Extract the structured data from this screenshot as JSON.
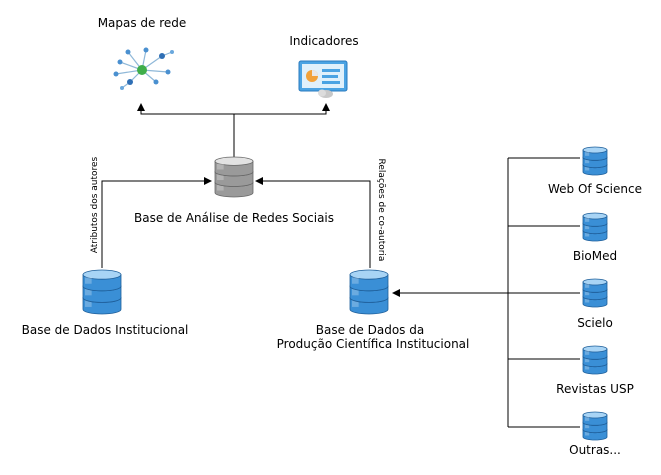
{
  "nodes": {
    "network_maps": {
      "label": "Mapas de rede"
    },
    "indicators": {
      "label": "Indicadores"
    },
    "social_db": {
      "label": "Base de Análise de Redes Sociais"
    },
    "institutional_db": {
      "label": "Base de Dados Institucional"
    },
    "production_db": {
      "label_line1": "Base de Dados da",
      "label_line2": "Produção Científica Institucional"
    }
  },
  "edges": {
    "author_attributes": "Atributos dos autores",
    "coauthorship": "Relações de co-autoria"
  },
  "sources": [
    {
      "label": "Web Of Science"
    },
    {
      "label": "BioMed"
    },
    {
      "label": "Scielo"
    },
    {
      "label": "Revistas USP"
    },
    {
      "label": "Outras..."
    }
  ],
  "colors": {
    "db_blue": "#3a8fd6",
    "db_blue_light": "#a8d4f5",
    "db_gray": "#9a9a9a",
    "db_gray_light": "#e2e2e2",
    "line": "#000000"
  }
}
